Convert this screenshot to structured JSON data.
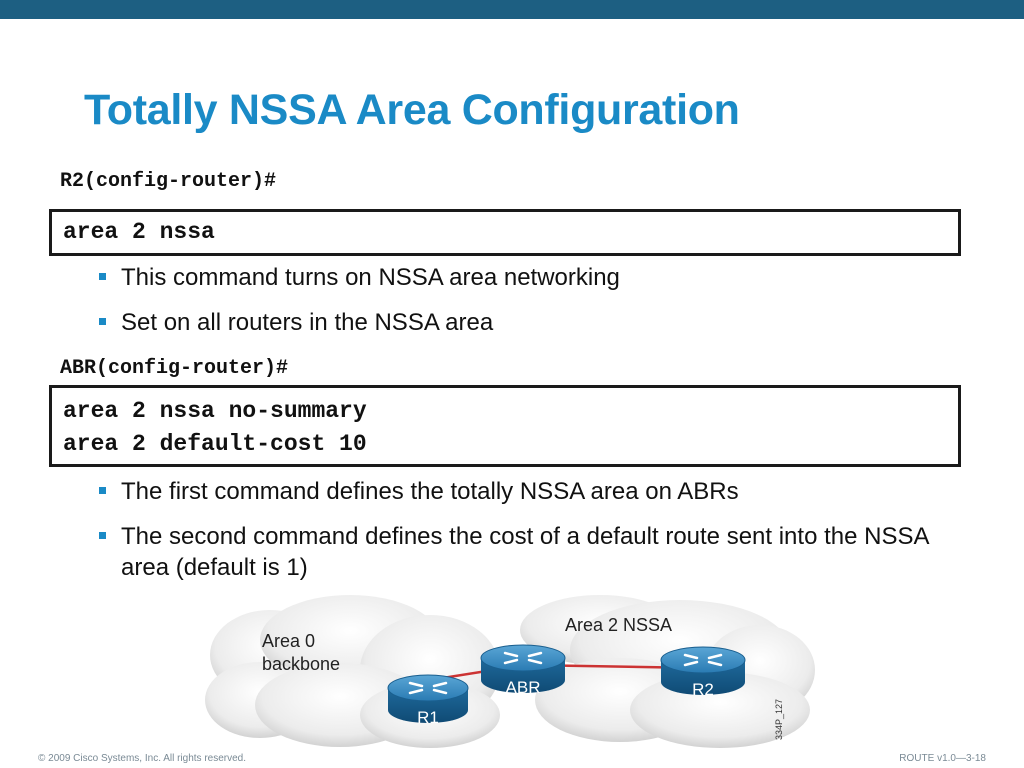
{
  "slide": {
    "title": "Totally NSSA Area Configuration",
    "section1": {
      "prompt": "R2(config-router)#",
      "commands": [
        "area 2 nssa"
      ],
      "bullets": [
        "This command turns on NSSA area networking",
        "Set on all routers in the NSSA area"
      ]
    },
    "section2": {
      "prompt": "ABR(config-router)#",
      "commands": [
        "area 2 nssa no-summary",
        "area 2 default-cost 10"
      ],
      "bullets": [
        "The first command defines the totally NSSA area on ABRs",
        "The second command defines the cost of a default route sent into the NSSA area (default is 1)"
      ]
    }
  },
  "diagram": {
    "area0_label_line1": "Area 0",
    "area0_label_line2": "backbone",
    "area2_label": "Area 2 NSSA",
    "routers": [
      "R1",
      "ABR",
      "R2"
    ],
    "figure_id": "334P_127",
    "colors": {
      "router": "#1f73a8",
      "link": "#cc3333",
      "cloud": "#e6e6e6"
    }
  },
  "footer": {
    "copyright": "© 2009 Cisco Systems, Inc. All rights reserved.",
    "course": "ROUTE v1.0—3-18"
  },
  "theme": {
    "title_color": "#1a8ac6",
    "bar_color": "#1d5f82"
  }
}
